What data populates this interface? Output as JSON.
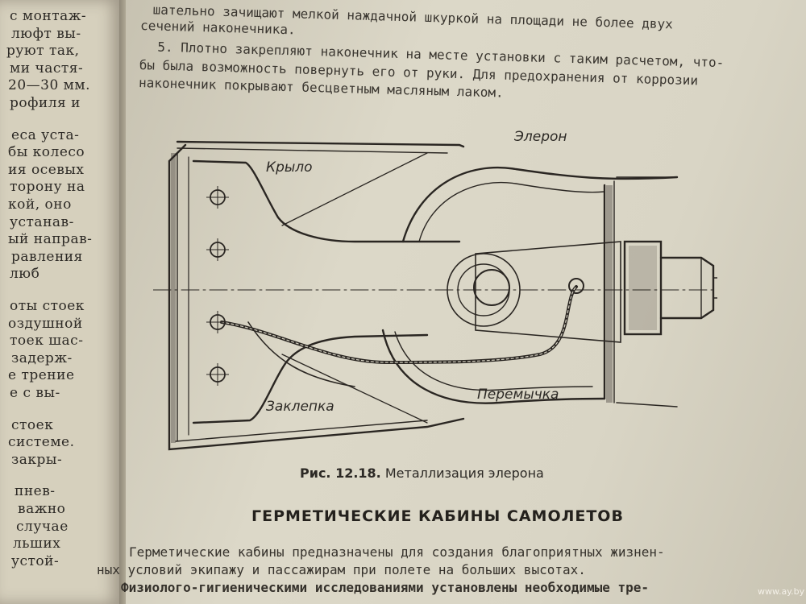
{
  "left_page": {
    "lines": [
      "с монтаж-",
      "люфт вы-",
      "руют так,",
      "ми частя-",
      "20—30 мм.",
      "рофиля и",
      "",
      "еса уста-",
      "бы колесо",
      "ия осевых",
      "торону на",
      "кой, оно",
      "устанав-",
      "ый направ-",
      "равления",
      "люб",
      "",
      "оты стоек",
      "оздушной",
      "тоек шас-",
      "задерж-",
      "е трение",
      "е с вы-",
      "",
      "стоек",
      "системе.",
      "закры-",
      "",
      "пнев-",
      "важно",
      "случае",
      "льших",
      "устой-"
    ]
  },
  "right_page": {
    "top_lines": [
      "шательно зачищают мелкой наждачной шкуркой на площади не более двух",
      "сечений наконечника.",
      "5. Плотно закрепляют наконечник на месте установки с таким расчетом, что-",
      "бы была возможность повернуть его от руки. Для предохранения от коррозии",
      "наконечник покрывают бесцветным масляным лаком."
    ],
    "figure": {
      "labels": {
        "wing": "Крыло",
        "aileron": "Элерон",
        "rivet": "Заклепка",
        "jumper": "Перемычка"
      },
      "caption_number": "Рис. 12.18.",
      "caption_text": "Металлизация элерона"
    },
    "heading": "ГЕРМЕТИЧЕСКИЕ КАБИНЫ САМОЛЕТОВ",
    "body_lines": [
      "Герметические кабины предназначены для создания благоприятных жизнен-",
      "ных условий экипажу и пассажирам при полете на больших высотах.",
      "Физиолого-гигиеническими исследованиями установлены необходимые тре-"
    ],
    "watermark": "www.ay.by"
  },
  "colors": {
    "paper": "#d9d5c5",
    "ink": "#2b2824",
    "background": "#201b16"
  }
}
